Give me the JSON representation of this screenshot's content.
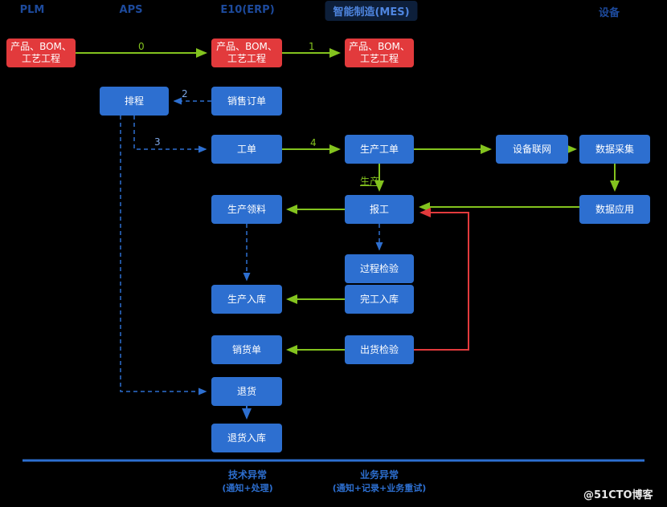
{
  "headers": {
    "plm": "PLM",
    "aps": "APS",
    "erp": "E10(ERP)",
    "mes": "智能制造(MES)",
    "device": "设备"
  },
  "red_row": {
    "plm": "产品、BOM、工艺工程",
    "erp": "产品、BOM、工艺工程",
    "mes": "产品、BOM、工艺工程"
  },
  "nodes": {
    "aps_schedule": "排程",
    "sales_order": "销售订单",
    "work_order": "工单",
    "prod_order": "生产工单",
    "device_connect": "设备联网",
    "data_collect": "数据采集",
    "data_apply": "数据应用",
    "report": "报工",
    "material_pick": "生产领料",
    "process_check": "过程检验",
    "finish_in": "完工入库",
    "prod_in": "生产入库",
    "ship_check": "出货检验",
    "sales_ship": "销货单",
    "sales_return": "退货",
    "return_in": "退货入库"
  },
  "edge_labels": {
    "step0": "0",
    "step1": "1",
    "step2": "2",
    "step3": "3",
    "step4": "4",
    "produce": "生产"
  },
  "colors": {
    "node_blue": "#2d6fd0",
    "alert_red": "#e23a3c",
    "flow_green": "#83c31e"
  },
  "footer": {
    "tech_title": "技术异常",
    "tech_sub": "(通知+处理)",
    "biz_title": "业务异常",
    "biz_sub": "(通知+记录+业务重试)",
    "watermark": "@51CTO博客"
  }
}
